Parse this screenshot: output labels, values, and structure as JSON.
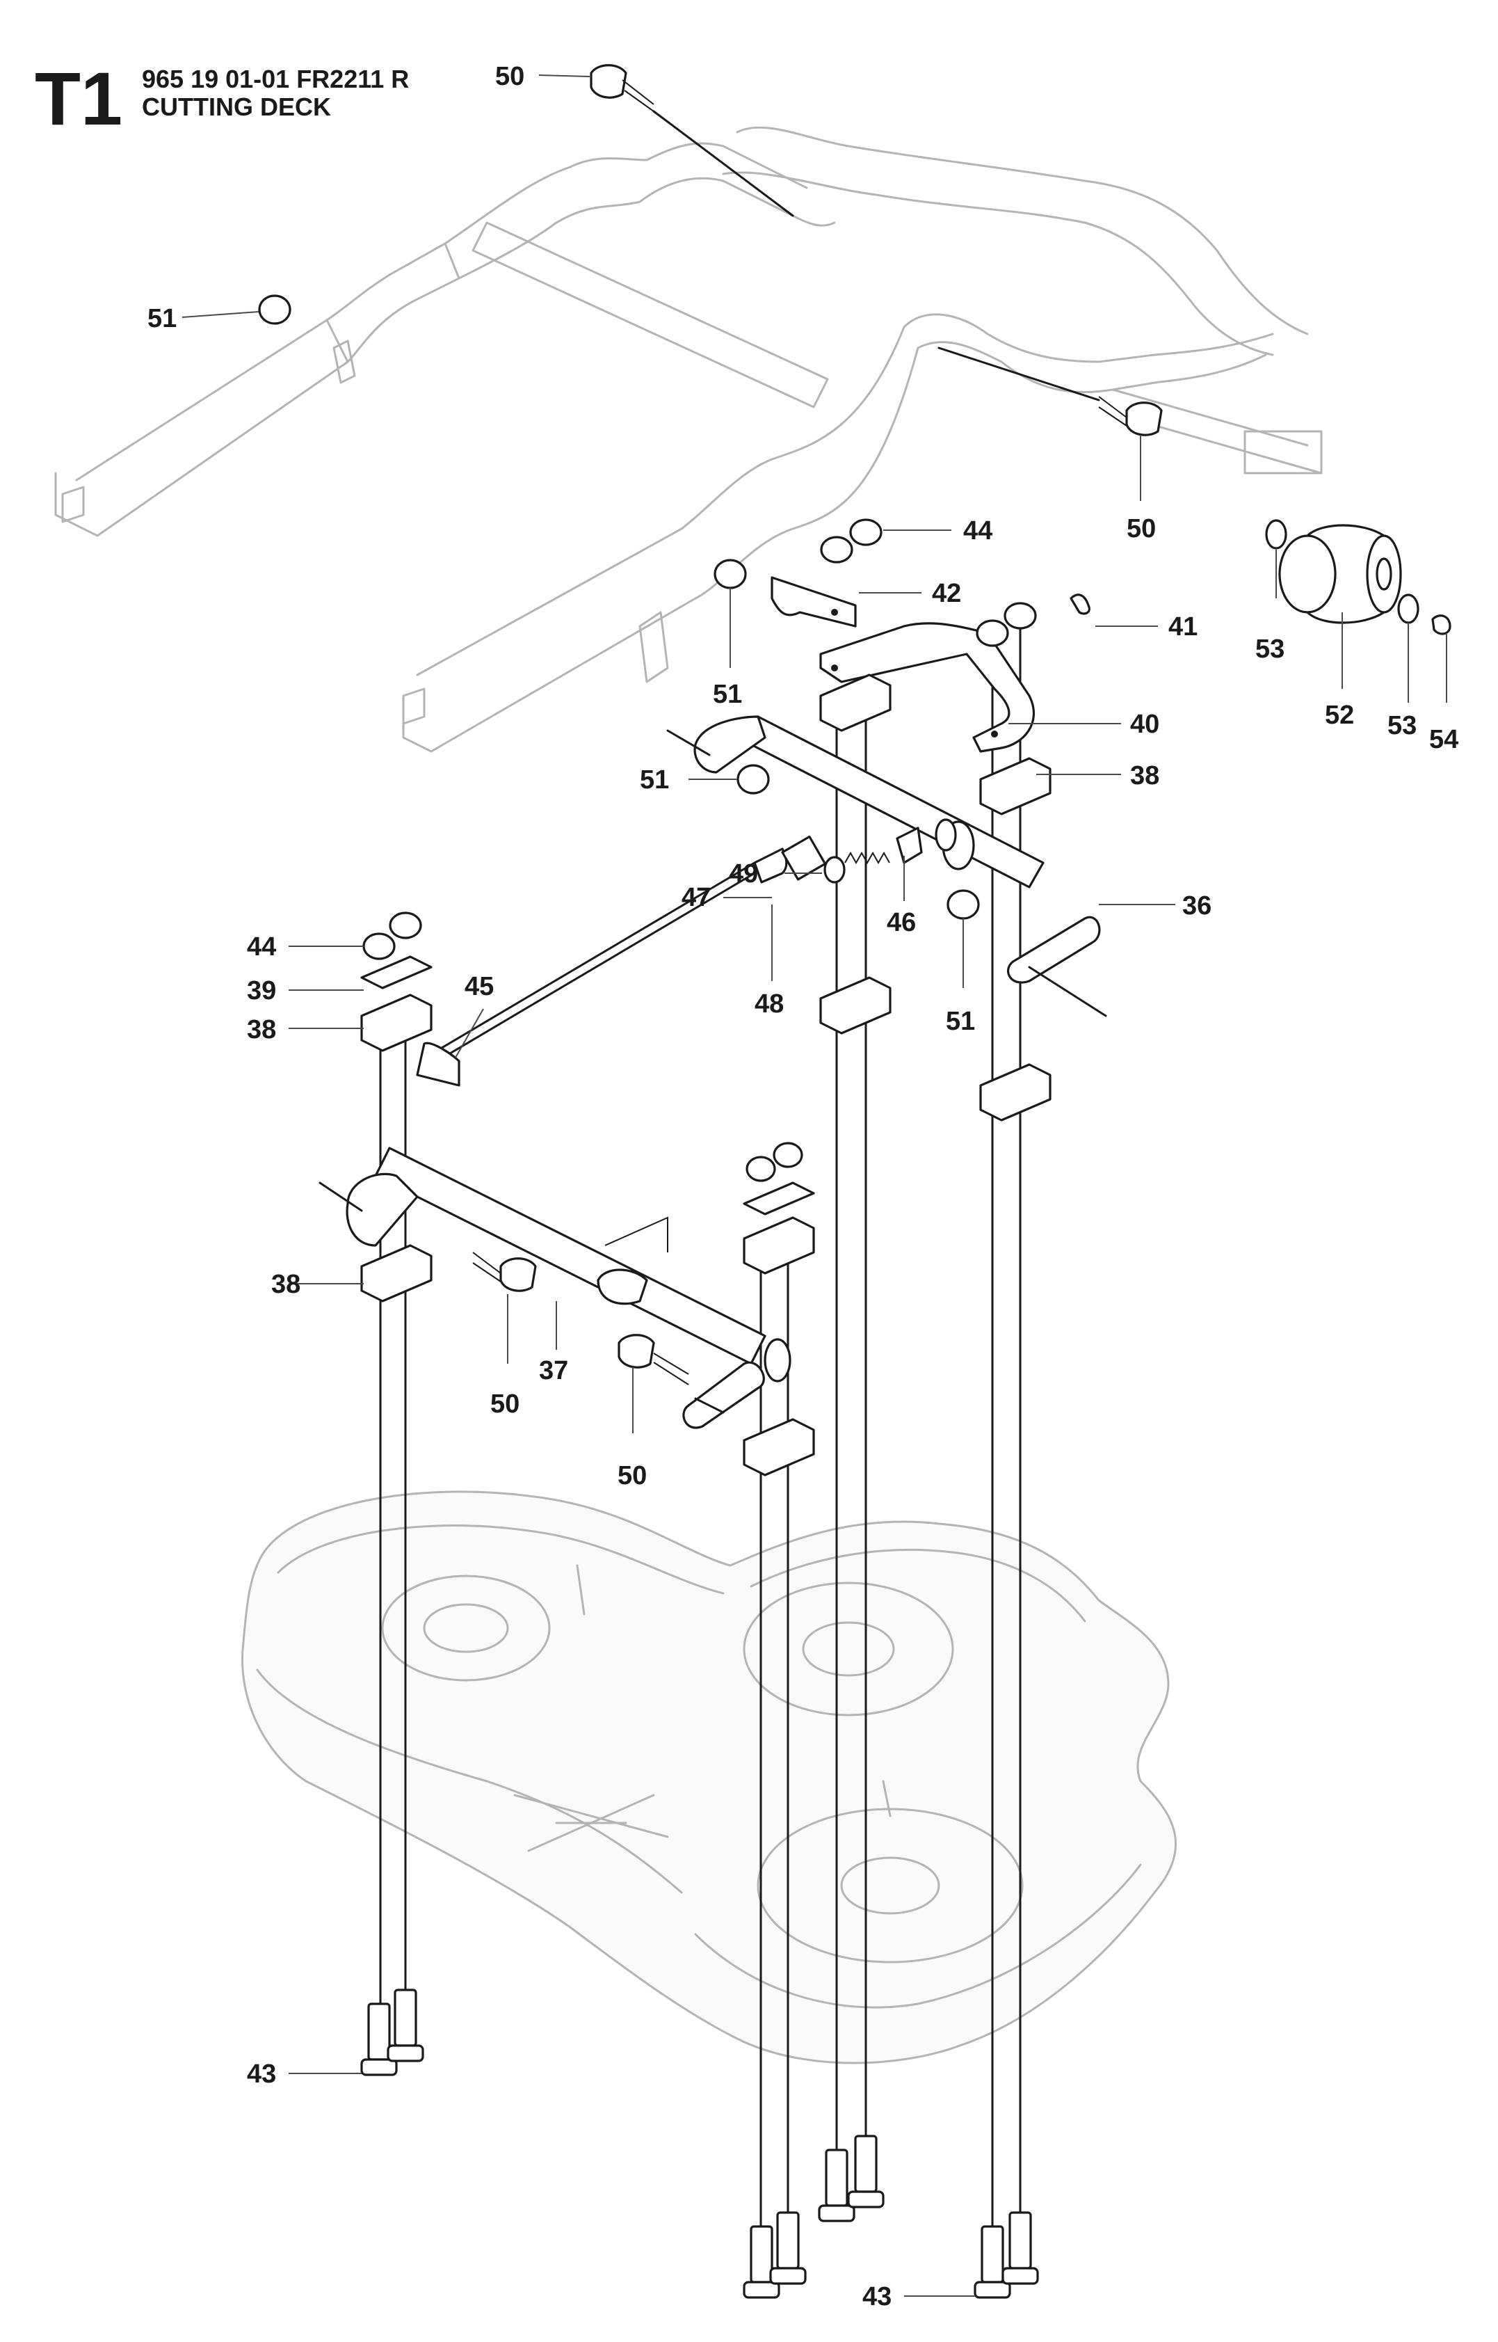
{
  "header": {
    "page_code": "T1",
    "model_line": "965 19 01-01 FR2211 R",
    "section_title": "CUTTING DECK"
  },
  "callouts": {
    "c50a": "50",
    "c51a": "51",
    "c50b": "50",
    "c44a": "44",
    "c42": "42",
    "c41": "41",
    "c53a": "53",
    "c52": "52",
    "c53b": "53",
    "c54": "54",
    "c51b": "51",
    "c40": "40",
    "c38a": "38",
    "c51c": "51",
    "c49": "49",
    "c47": "47",
    "c46": "46",
    "c36": "36",
    "c51d": "51",
    "c48": "48",
    "c44b": "44",
    "c39": "39",
    "c38b": "38",
    "c45": "45",
    "c38c": "38",
    "c37": "37",
    "c50c": "50",
    "c50d": "50",
    "c43a": "43",
    "c43b": "43"
  }
}
